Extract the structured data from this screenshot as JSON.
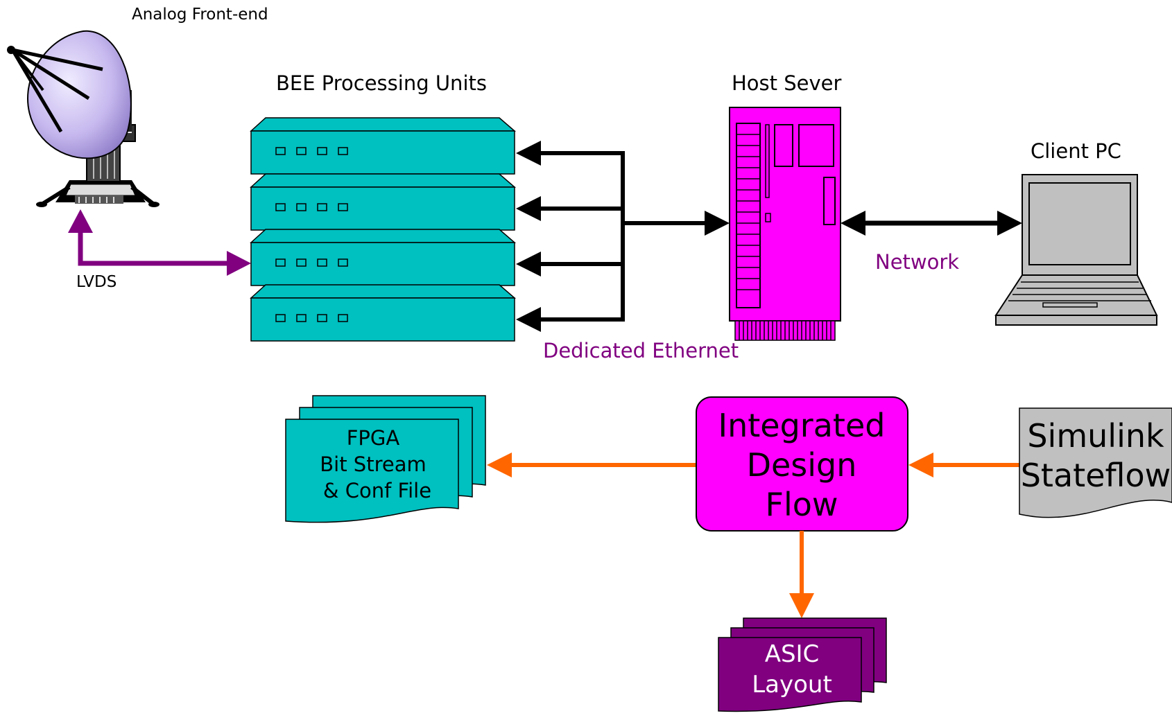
{
  "labels": {
    "analog_frontend": "Analog Front-end",
    "bee_units": "BEE Processing Units",
    "host_server": "Host Sever",
    "client_pc": "Client PC",
    "lvds": "LVDS",
    "network": "Network",
    "dedicated_ethernet": "Dedicated Ethernet"
  },
  "fpga_doc": {
    "line1": "FPGA",
    "line2": "Bit Stream",
    "line3": "& Conf File"
  },
  "design_flow": {
    "line1": "Integrated",
    "line2": "Design",
    "line3": "Flow"
  },
  "simulink_doc": {
    "line1": "Simulink",
    "line2": "Stateflow"
  },
  "asic_doc": {
    "line1": "ASIC",
    "line2": "Layout"
  },
  "colors": {
    "teal": "#00c0c0",
    "magenta": "#ff00ff",
    "purple": "#800080",
    "orange": "#ff6600",
    "gray": "#c0c0c0",
    "dish": "#c8b8f0",
    "black": "#000000"
  }
}
